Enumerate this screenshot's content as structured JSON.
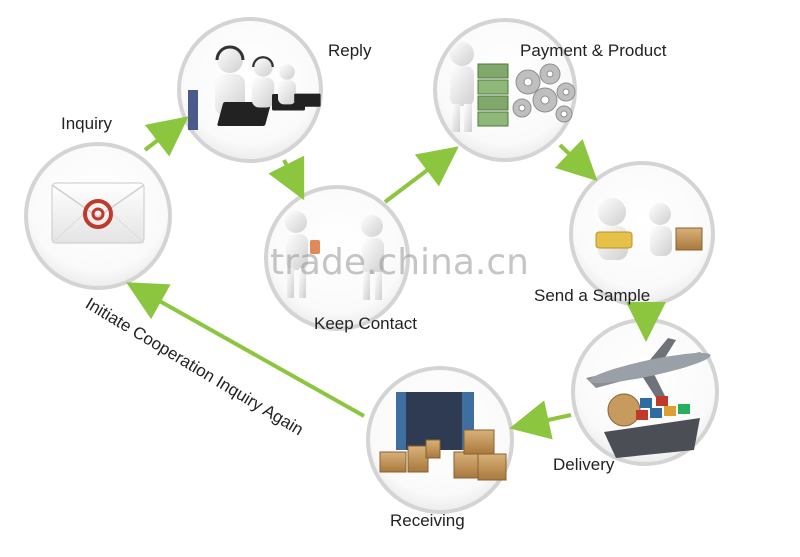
{
  "diagram": {
    "steps": {
      "inquiry": "Inquiry",
      "reply": "Reply",
      "payment": "Payment & Product",
      "keep_contact": "Keep Contact",
      "send_sample": "Send a Sample",
      "delivery": "Delivery",
      "receiving": "Receiving"
    },
    "loop_label": "Initiate Cooperation Inquiry Again",
    "watermark": "trade.china.cn",
    "colors": {
      "arrow": "#8cc63f",
      "circle_border": "#d4d4d4"
    }
  }
}
